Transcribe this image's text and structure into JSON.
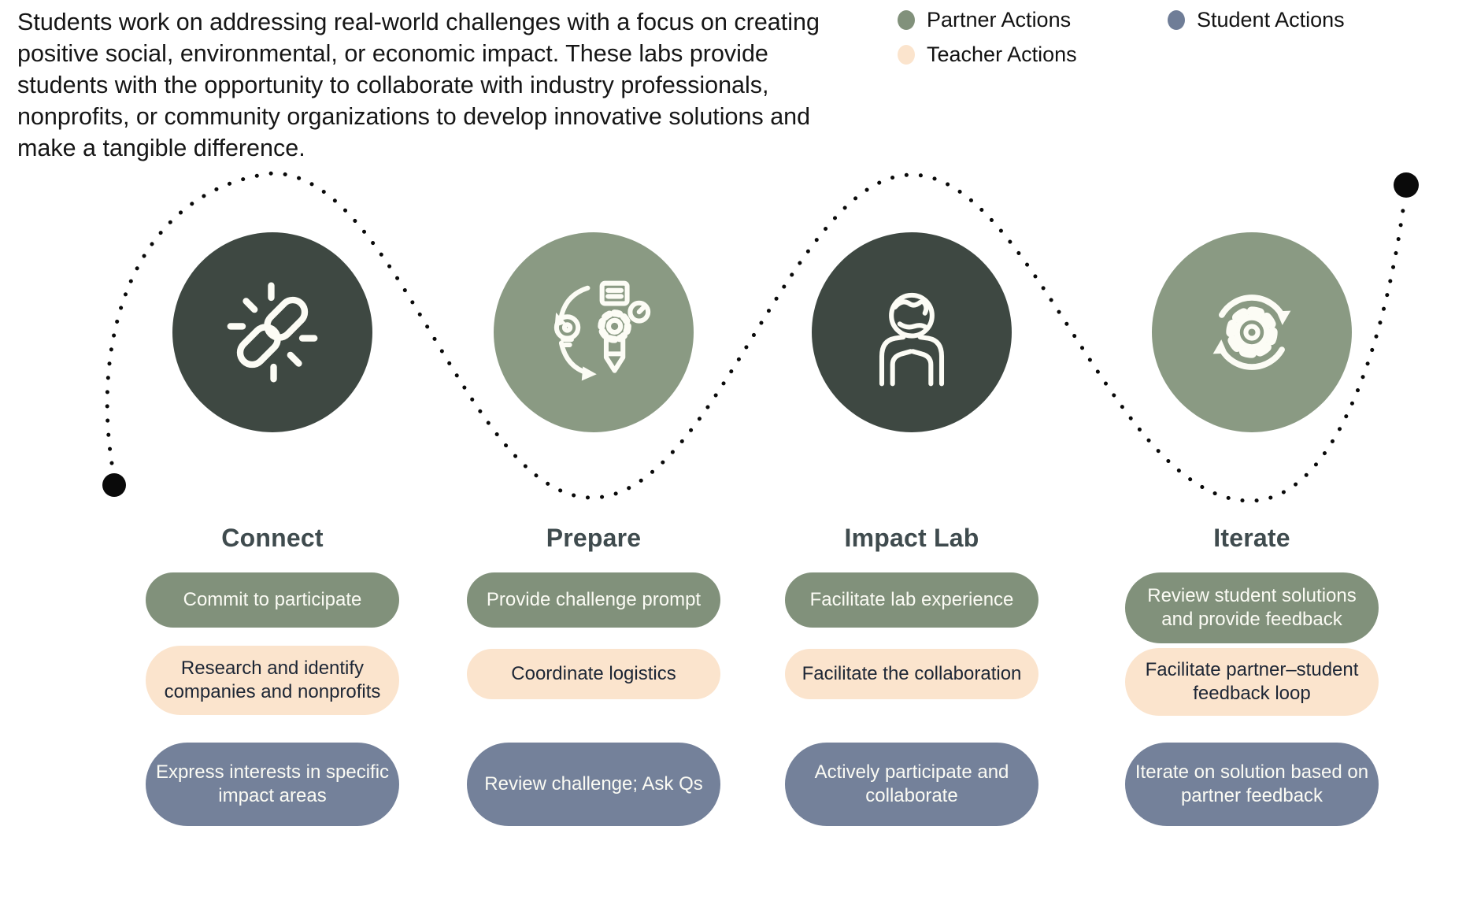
{
  "intro": {
    "text": "Students work on addressing real-world challenges with a focus on creating positive social, environmental, or economic impact. These labs provide students with the opportunity to collaborate with industry professionals, nonprofits, or community organizations to develop innovative solutions and make a tangible difference."
  },
  "legend": {
    "items": [
      {
        "id": "partner",
        "label": "Partner Actions",
        "color": "#81917b"
      },
      {
        "id": "teacher",
        "label": "Teacher Actions",
        "color": "#fbe4cd"
      },
      {
        "id": "student",
        "label": "Student Actions",
        "color": "#6f7d97"
      }
    ]
  },
  "palette": {
    "partner_pill": "#81917b",
    "teacher_pill": "#fbe4cd",
    "student_pill": "#74819a",
    "circle_dark": "#3e4842",
    "circle_sage": "#8a9a83",
    "heading_text": "#3f4b4e",
    "path_color": "#0a0a0a"
  },
  "stages": [
    {
      "title": "Connect",
      "icon": "chain-link-icon",
      "circle_color": "#3e4842",
      "actions": [
        {
          "type": "partner",
          "text": "Commit to participate"
        },
        {
          "type": "teacher",
          "text": "Research and identify companies and nonprofits"
        },
        {
          "type": "student",
          "text": "Express interests in specific impact areas"
        }
      ]
    },
    {
      "title": "Prepare",
      "icon": "ideation-pencil-icon",
      "circle_color": "#8a9a83",
      "actions": [
        {
          "type": "partner",
          "text": "Provide challenge prompt"
        },
        {
          "type": "teacher",
          "text": "Coordinate logistics"
        },
        {
          "type": "student",
          "text": "Review challenge; Ask Qs"
        }
      ]
    },
    {
      "title": "Impact Lab",
      "icon": "hands-globe-icon",
      "circle_color": "#3e4842",
      "actions": [
        {
          "type": "partner",
          "text": "Facilitate lab experience"
        },
        {
          "type": "teacher",
          "text": "Facilitate the collaboration"
        },
        {
          "type": "student",
          "text": "Actively participate and collaborate"
        }
      ]
    },
    {
      "title": "Iterate",
      "icon": "gear-cycle-icon",
      "circle_color": "#8a9a83",
      "actions": [
        {
          "type": "partner",
          "text": "Review student solutions and provide feedback"
        },
        {
          "type": "teacher",
          "text": "Facilitate partner–student feedback loop"
        },
        {
          "type": "student",
          "text": "Iterate on solution based on partner feedback"
        }
      ]
    }
  ]
}
